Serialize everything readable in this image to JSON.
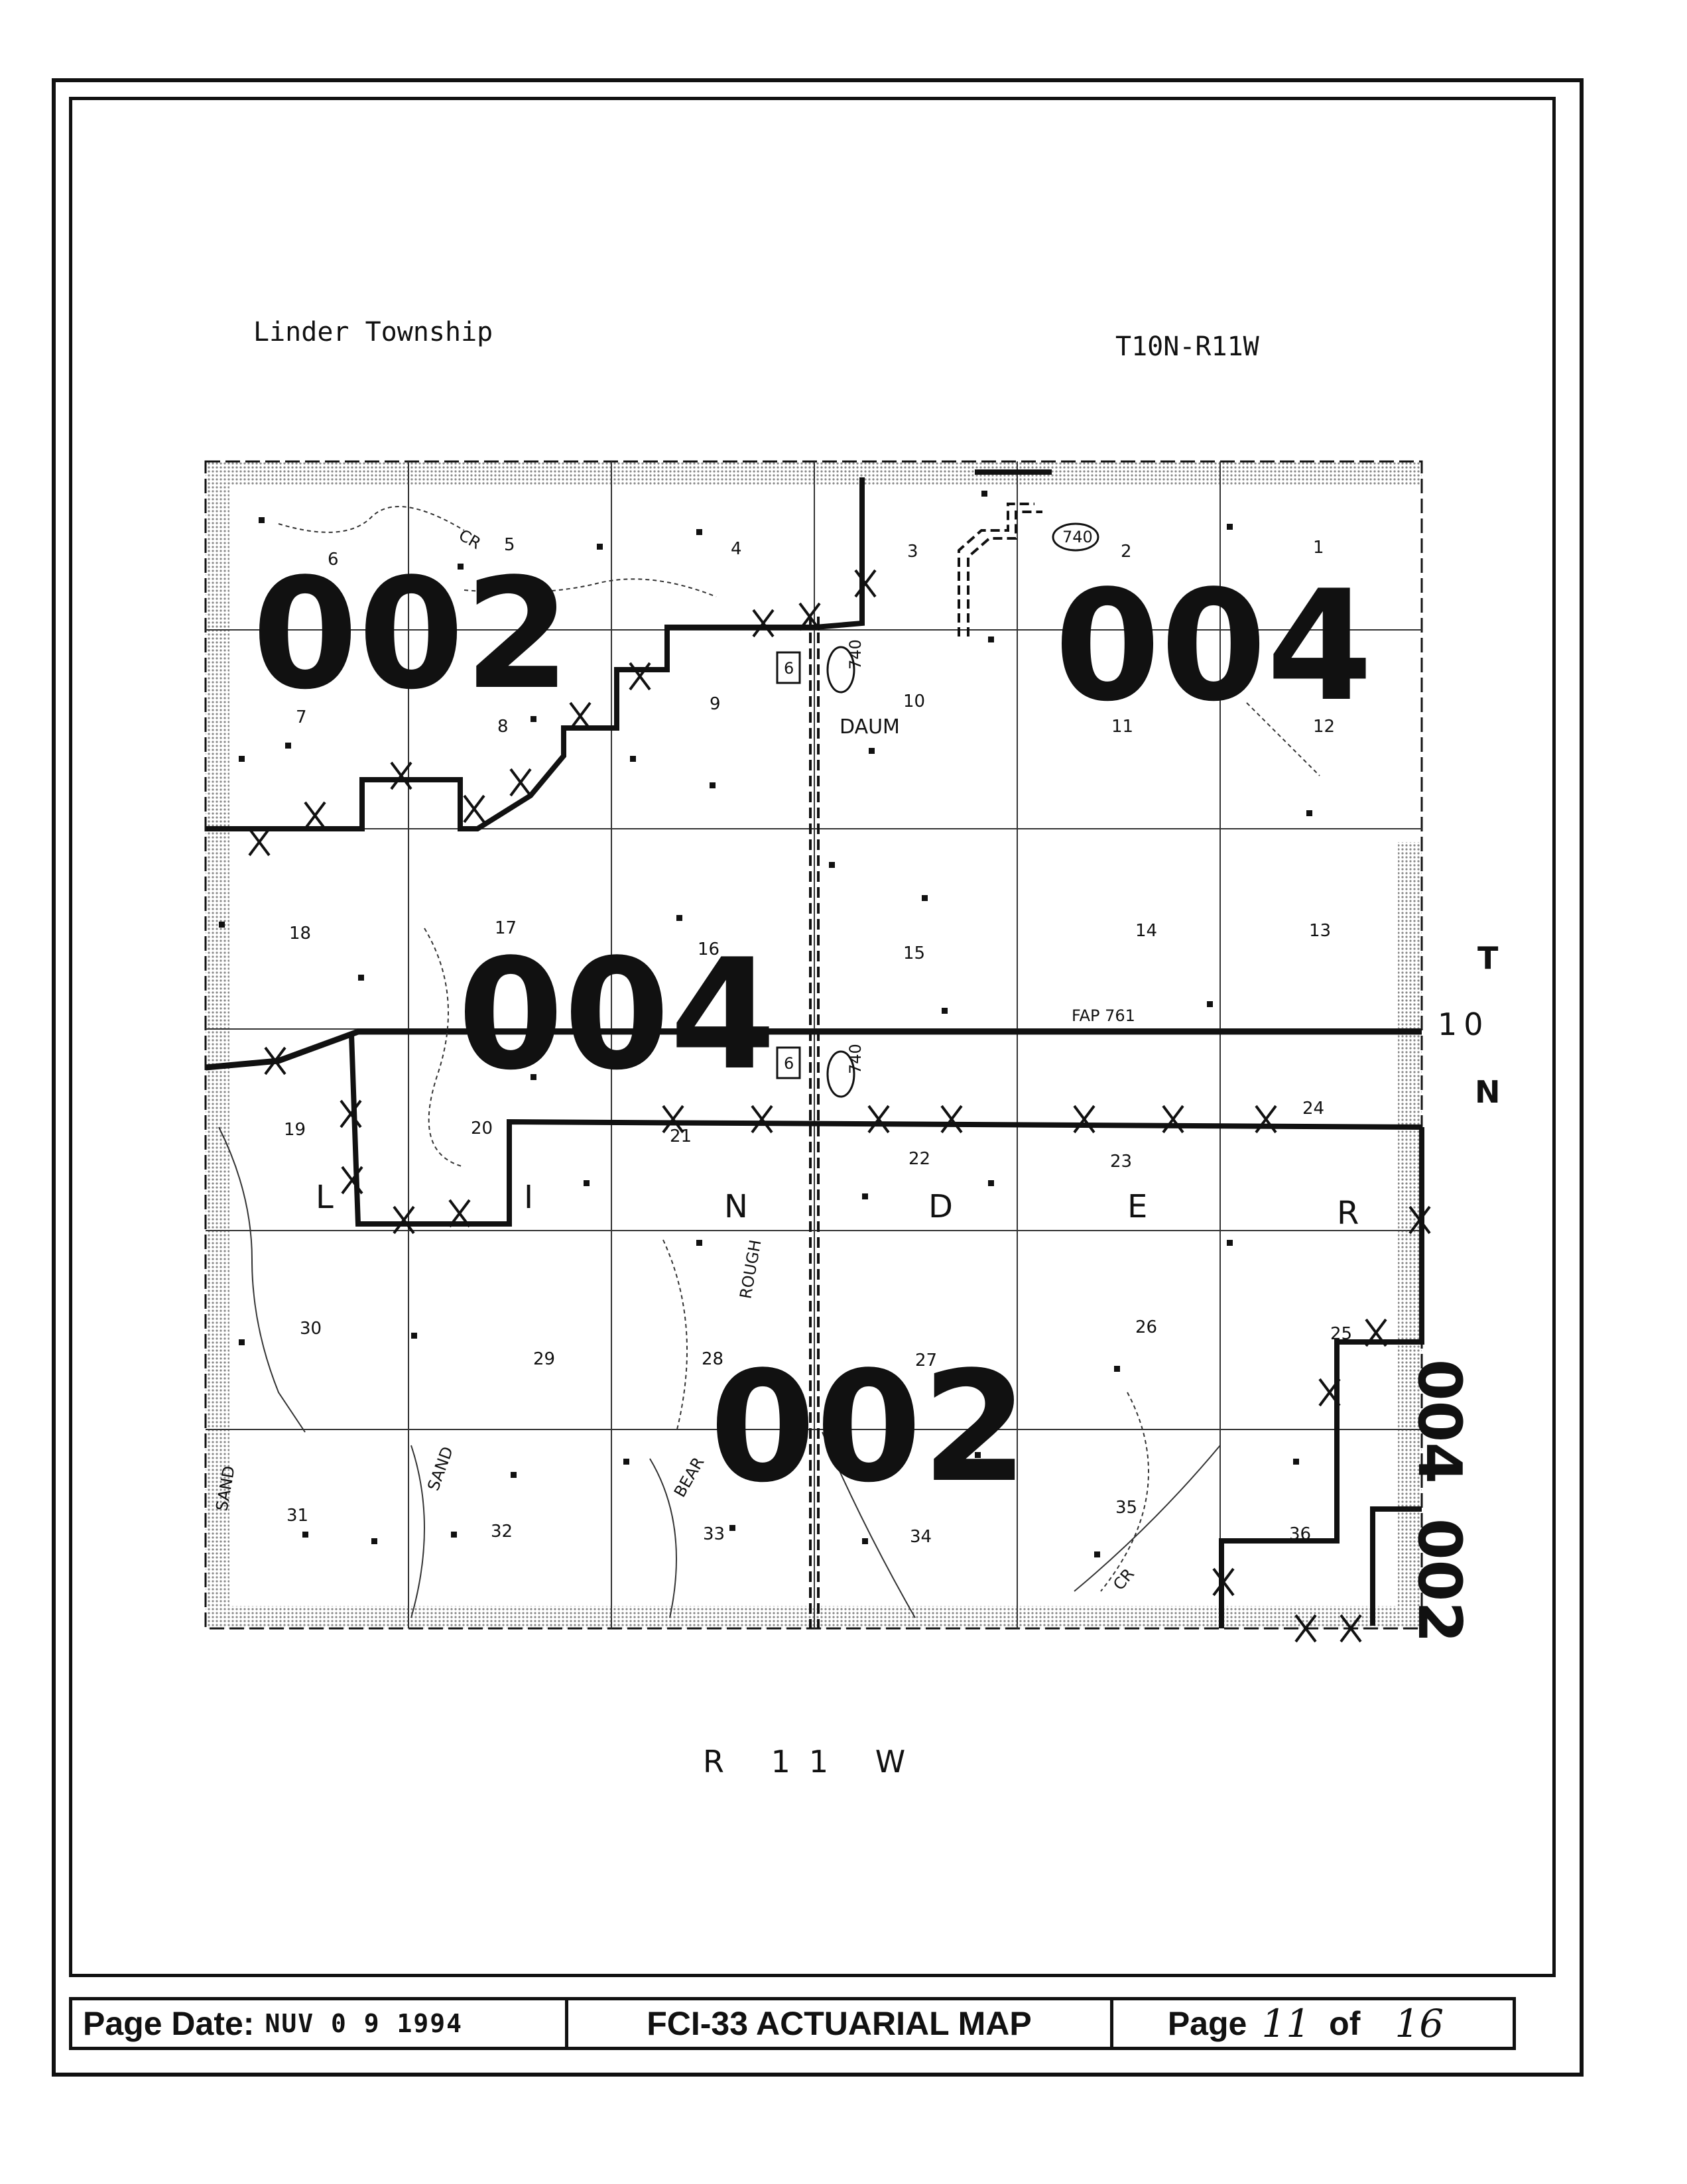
{
  "header": {
    "township": "Linder Township",
    "township_range": "T10N-R11W"
  },
  "range_label": "R 11 W",
  "side_label": {
    "t": "T",
    "num": "10",
    "n": "N"
  },
  "sections": [
    "1",
    "2",
    "3",
    "4",
    "5",
    "6",
    "7",
    "8",
    "9",
    "10",
    "11",
    "12",
    "13",
    "14",
    "15",
    "16",
    "17",
    "18",
    "19",
    "20",
    "21",
    "22",
    "23",
    "24",
    "25",
    "26",
    "27",
    "28",
    "29",
    "30",
    "31",
    "32",
    "33",
    "34",
    "35",
    "36"
  ],
  "zones": [
    "002",
    "004",
    "004",
    "002",
    "004",
    "002"
  ],
  "township_letters": [
    "L",
    "I",
    "N",
    "D",
    "E",
    "R"
  ],
  "places": {
    "town": "DAUM",
    "road_fap": "FAP 761",
    "road_6": "6",
    "road_740": "740",
    "creeks": [
      "CR",
      "SAND",
      "SAND",
      "BEAR",
      "ROUGH",
      "CR"
    ]
  },
  "footer": {
    "page_date_label": "Page Date:",
    "page_date_value": "NUV 0 9 1994",
    "title": "FCI-33 ACTUARIAL MAP",
    "page_label": "Page",
    "page_num": "11",
    "of_label": "of",
    "page_total": "16"
  },
  "colors": {
    "ink": "#111111",
    "shade": "#d4d4d4",
    "paper": "#ffffff"
  }
}
